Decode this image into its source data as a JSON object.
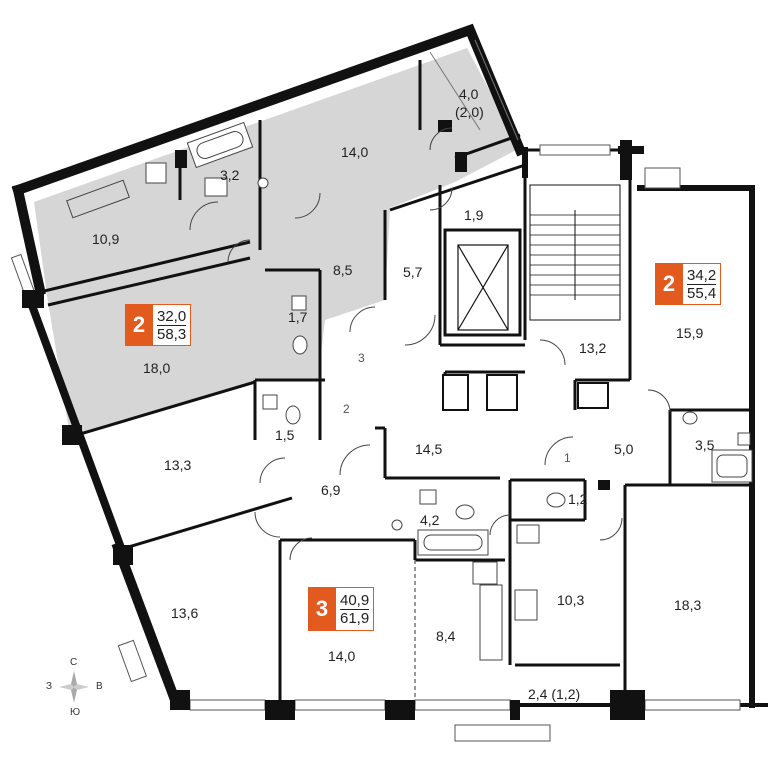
{
  "apartments": [
    {
      "rooms": "2",
      "living_area": "32,0",
      "total_area": "58,3",
      "highlighted": true
    },
    {
      "rooms": "2",
      "living_area": "34,2",
      "total_area": "55,4",
      "highlighted": false
    },
    {
      "rooms": "3",
      "living_area": "40,9",
      "total_area": "61,9",
      "highlighted": false
    }
  ],
  "room_areas": {
    "r_4_0": "4,0",
    "r_2_0": "(2,0)",
    "r_14_0_top": "14,0",
    "r_3_2": "3,2",
    "r_10_9": "10,9",
    "r_1_9": "1,9",
    "r_8_5": "8,5",
    "r_5_7": "5,7",
    "r_1_7": "1,7",
    "r_18_0": "18,0",
    "r_13_2": "13,2",
    "r_15_9": "15,9",
    "r_1_5": "1,5",
    "r_13_3": "13,3",
    "r_14_5": "14,5",
    "r_5_0": "5,0",
    "r_3_5": "3,5",
    "r_6_9": "6,9",
    "r_4_2": "4,2",
    "r_1_2": "1,2",
    "r_10_3": "10,3",
    "r_18_3": "18,3",
    "r_13_6": "13,6",
    "r_8_4": "8,4",
    "r_14_0_bottom": "14,0",
    "r_2_4": "2,4 (1,2)"
  },
  "entrance_numbers": {
    "e1": "1",
    "e2": "2",
    "e3": "3"
  },
  "compass": {
    "north": "С",
    "south": "Ю",
    "west": "З",
    "east": "В"
  },
  "colors": {
    "accent": "#e35a1e",
    "highlight_fill": "#d6d6d6",
    "wall": "#111111"
  }
}
